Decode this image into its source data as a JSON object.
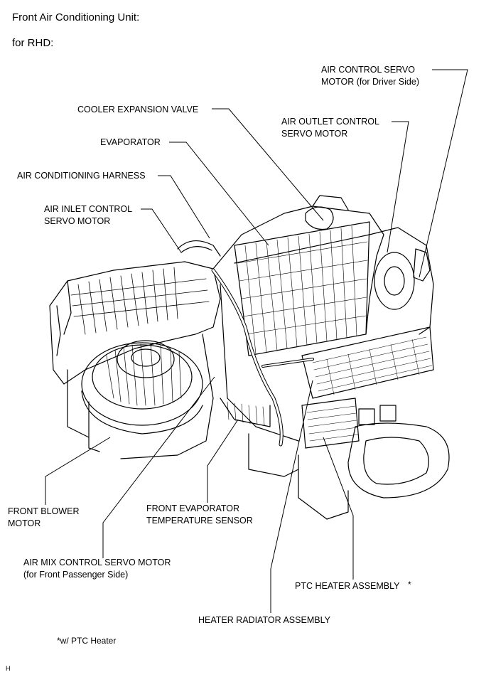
{
  "header": {
    "title": "Front Air Conditioning Unit:",
    "subtitle": "for RHD:"
  },
  "labels": {
    "air_control_servo_line1": "AIR CONTROL SERVO",
    "air_control_servo_line2": "MOTOR (for Driver Side)",
    "cooler_expansion_valve": "COOLER EXPANSION VALVE",
    "air_outlet_line1": "AIR OUTLET CONTROL",
    "air_outlet_line2": "SERVO MOTOR",
    "evaporator": "EVAPORATOR",
    "air_conditioning_harness": "AIR CONDITIONING HARNESS",
    "air_inlet_line1": "AIR INLET CONTROL",
    "air_inlet_line2": "SERVO MOTOR",
    "front_blower_line1": "FRONT BLOWER",
    "front_blower_line2": "MOTOR",
    "front_evap_sensor_line1": "FRONT EVAPORATOR",
    "front_evap_sensor_line2": "TEMPERATURE SENSOR",
    "air_mix_line1": "AIR MIX CONTROL SERVO MOTOR",
    "air_mix_line2": "(for Front Passenger Side)",
    "ptc_heater": "PTC HEATER ASSEMBLY",
    "ptc_asterisk": "*",
    "heater_radiator": "HEATER RADIATOR ASSEMBLY"
  },
  "footnote": "*w/ PTC Heater",
  "corner_mark": "H"
}
